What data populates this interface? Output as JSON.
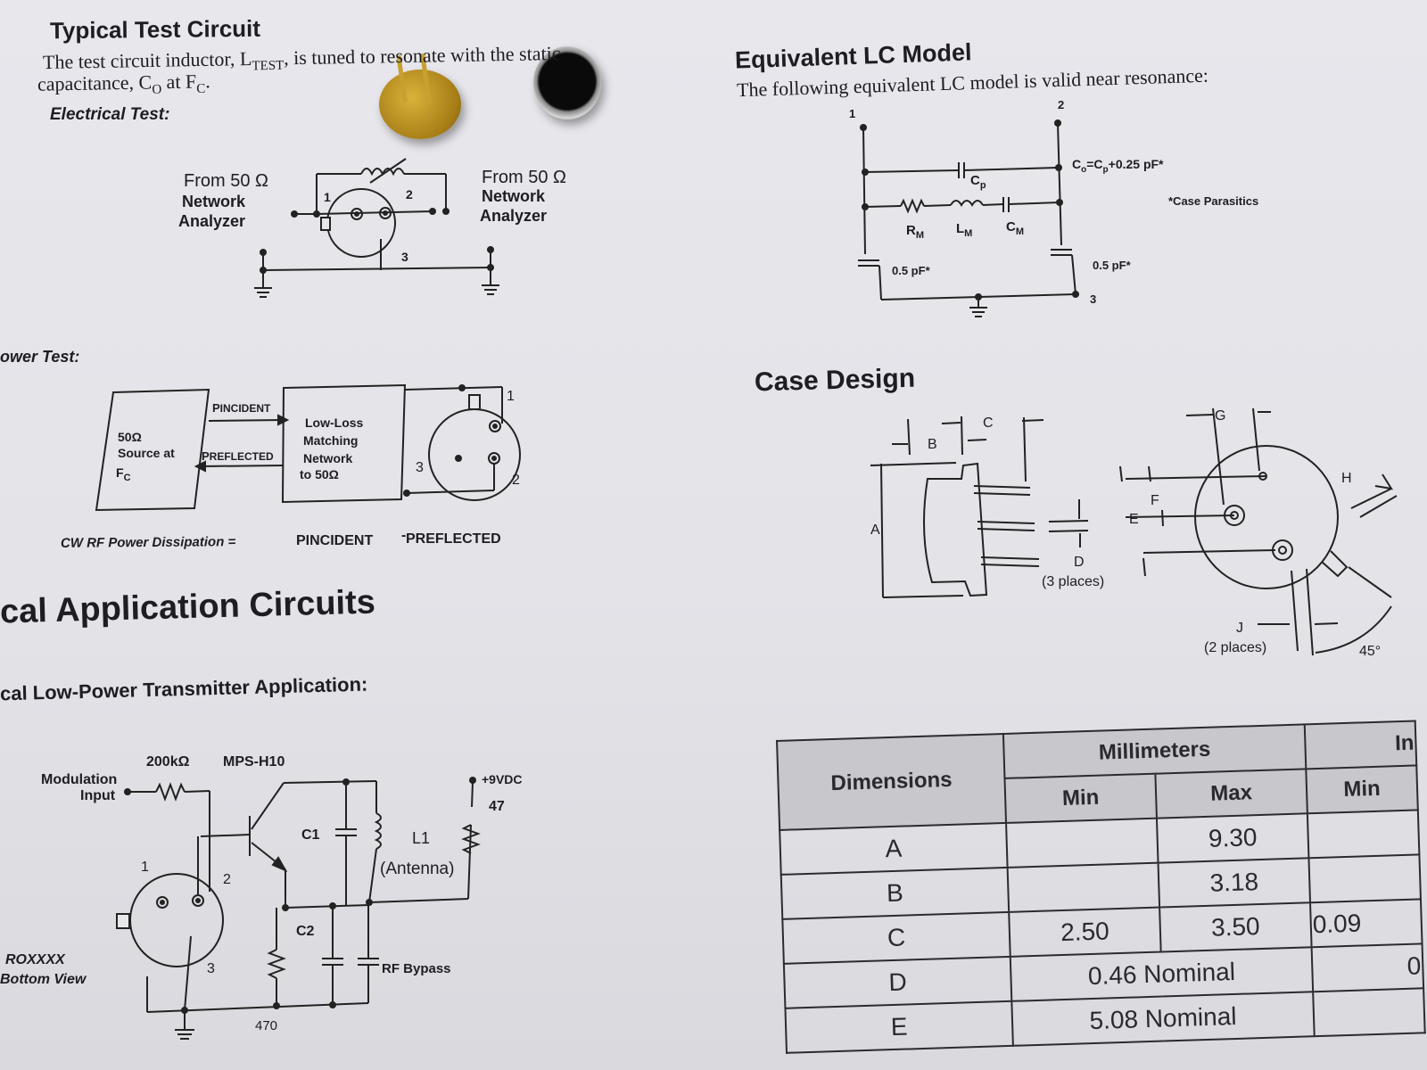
{
  "test_circuit": {
    "title": "Typical Test Circuit",
    "line1": "The test circuit inductor, L",
    "line1_sub": "TEST",
    "line1_rest": ", is tuned to resonate with the static",
    "line2": "capacitance, C",
    "line2_sub": "O",
    "line2_rest": " at F",
    "line2_sub2": "C",
    "electrical_label": "Electrical Test:",
    "left_from": "From 50 Ω",
    "left_network": "Network",
    "left_analyzer": "Analyzer",
    "right_from": "From 50 Ω",
    "right_network": "Network",
    "right_analyzer": "Analyzer",
    "pin1": "1",
    "pin2": "2",
    "pin3": "3"
  },
  "power_test": {
    "label": "ower Test:",
    "source1": "50Ω",
    "source2": "Source at",
    "source3": "F",
    "source3_sub": "C",
    "p_incident": "P",
    "p_incident_sub": "INCIDENT",
    "p_reflected": "P",
    "p_reflected_sub": "REFLECTED",
    "match1": "Low-Loss",
    "match2": "Matching",
    "match3": "Network",
    "match4": "to 50Ω",
    "pin1": "1",
    "pin2": "2",
    "pin3": "3",
    "cw_label": "CW RF Power Dissipation =",
    "cw_p1": "P",
    "cw_p1_sub": "INCIDENT",
    "cw_minus": "-",
    "cw_p2": "P",
    "cw_p2_sub": "REFLECTED"
  },
  "app": {
    "title": "cal Application Circuits",
    "subtitle": "cal Low-Power Transmitter Application:",
    "modulation": "Modulation",
    "input": "Input",
    "r1": "200kΩ",
    "transistor": "MPS-H10",
    "vcc": "+9VDC",
    "r47": "47",
    "c1": "C1",
    "l1": "L1",
    "antenna": "(Antenna)",
    "c2": "C2",
    "rf_bypass": "RF Bypass",
    "r470": "470",
    "part": "ROXXXX",
    "bottom": "Bottom View",
    "pin1": "1",
    "pin2": "2",
    "pin3": "3"
  },
  "lc_model": {
    "title": "Equivalent LC Model",
    "line": "The following equivalent LC model is valid near resonance:",
    "node1": "1",
    "node2": "2",
    "node3": "3",
    "co": "C",
    "co_sub": "o",
    "co_eq": "=C",
    "co_sub2": "p",
    "co_rest": "+0.25 pF*",
    "cp": "C",
    "cp_sub": "p",
    "case": "*Case Parasitics",
    "rm": "R",
    "rm_sub": "M",
    "lm": "L",
    "lm_sub": "M",
    "cm": "C",
    "cm_sub": "M",
    "cleft": "0.5 pF*",
    "cright": "0.5 pF*"
  },
  "case_design": {
    "title": "Case Design",
    "A": "A",
    "B": "B",
    "C": "C",
    "D": "D",
    "D3": "(3 places)",
    "E": "E",
    "F": "F",
    "G": "G",
    "H": "H",
    "J": "J",
    "J2": "(2 places)",
    "deg": "45°"
  },
  "dimensions": {
    "header": "Dimensions",
    "mm": "Millimeters",
    "in": "In",
    "min": "Min",
    "max": "Max",
    "min2": "Min",
    "rows": [
      {
        "d": "A",
        "min": "",
        "max": "9.30",
        "imin": ""
      },
      {
        "d": "B",
        "min": "",
        "max": "3.18",
        "imin": ""
      },
      {
        "d": "C",
        "min": "2.50",
        "max": "3.50",
        "imin": "0.09"
      },
      {
        "d": "D",
        "nominal": "0.46 Nominal",
        "imin": "0"
      },
      {
        "d": "E",
        "nominal": "5.08 Nominal",
        "imin": ""
      }
    ]
  }
}
